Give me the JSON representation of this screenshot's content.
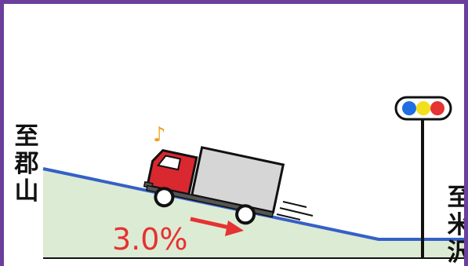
{
  "labels": {
    "left_destination": [
      "至",
      "郡",
      "山"
    ],
    "right_destination": [
      "至",
      "米",
      "沢"
    ],
    "grade": "3.0%"
  },
  "icons": {
    "note": "♪",
    "traffic_signal_colors": [
      "#1f6fe0",
      "#f2e01a",
      "#e53232"
    ]
  },
  "colors": {
    "frame": "#6a3f9e",
    "road": "#3560c8",
    "slope_fill": "#dcebd3",
    "grade_text": "#e53232",
    "truck_cab": "#d9282f",
    "truck_box": "#d6d6d6"
  }
}
